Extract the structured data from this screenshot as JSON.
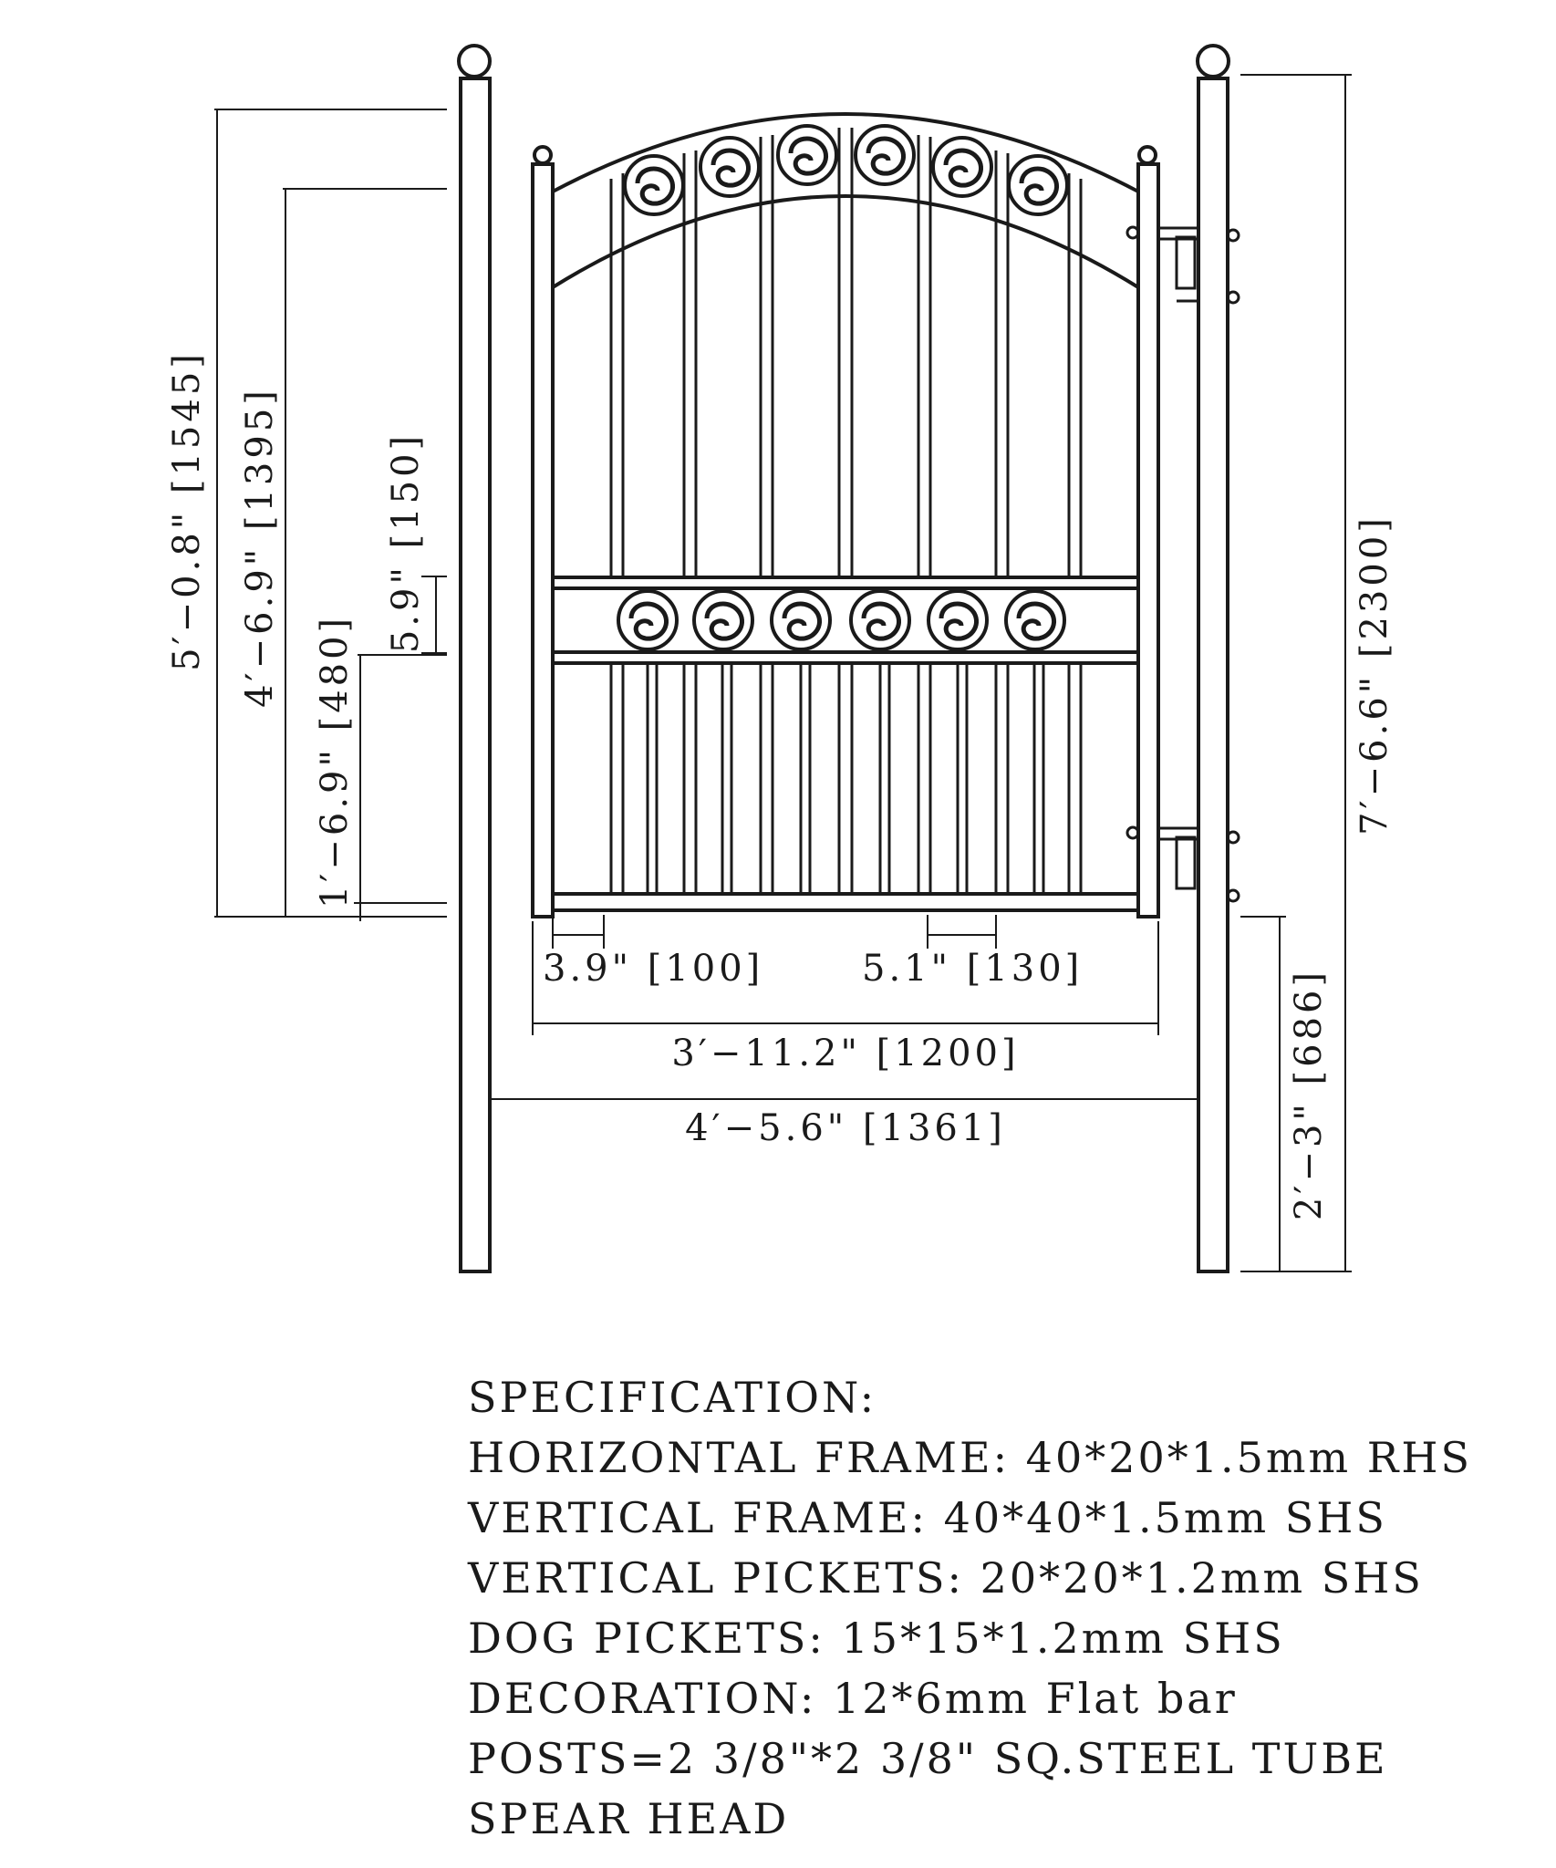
{
  "dimensions": {
    "overall_height_left": "5′−0.8\" [1545]",
    "frame_height": "4′−6.9\" [1395]",
    "rail_gap": "5.9\" [150]",
    "rail_height": "1′−6.9\" [480]",
    "picket_gap_dog": "3.9\" [100]",
    "picket_gap": "5.1\" [130]",
    "gate_width": "3′−11.2\" [1200]",
    "post_span": "4′−5.6\" [1361]",
    "post_height": "7′−6.6\" [2300]",
    "ground_clearance": "2′−3\" [686]"
  },
  "specification": {
    "heading": "SPECIFICATION:",
    "lines": [
      "HORIZONTAL FRAME: 40*20*1.5mm RHS",
      "VERTICAL FRAME: 40*40*1.5mm SHS",
      "VERTICAL PICKETS: 20*20*1.2mm SHS",
      "DOG PICKETS: 15*15*1.2mm SHS",
      "DECORATION: 12*6mm Flat bar",
      "POSTS=2 3/8\"*2 3/8\" SQ.STEEL TUBE",
      "SPEAR HEAD"
    ]
  }
}
